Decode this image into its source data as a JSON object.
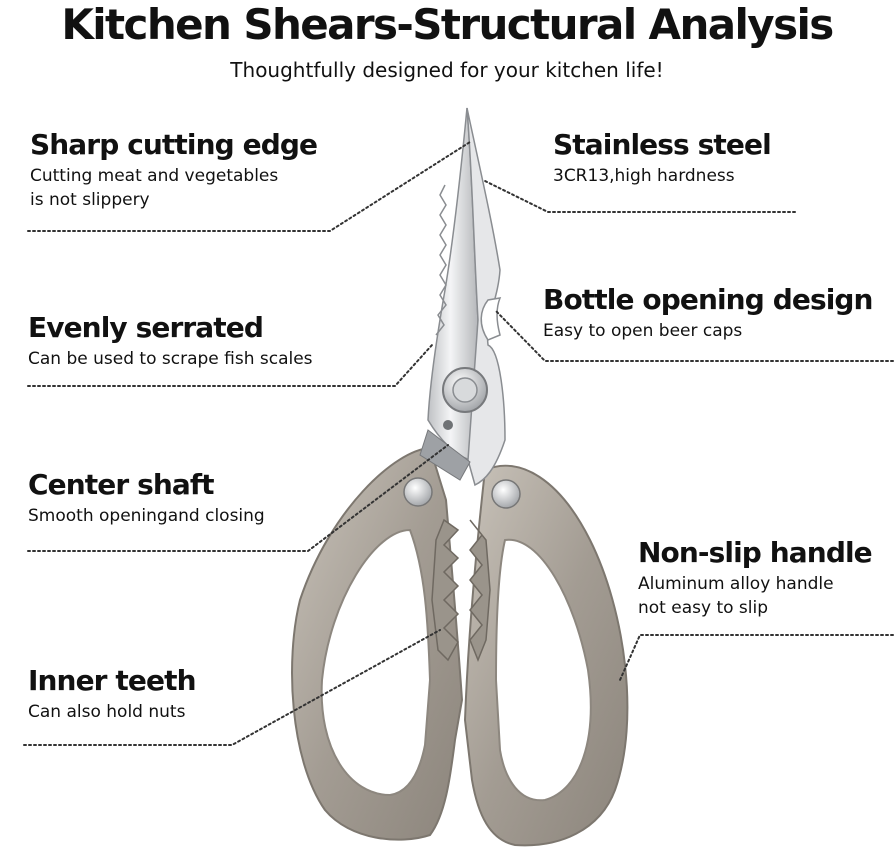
{
  "title": "Kitchen Shears-Structural Analysis",
  "subtitle": "Thoughtfully designed for your kitchen life!",
  "features": [
    {
      "id": "sharp-cutting-edge",
      "heading": "Sharp cutting edge",
      "lines": [
        "Cutting meat and vegetables",
        "is not slippery"
      ]
    },
    {
      "id": "evenly-serrated",
      "heading": "Evenly serrated",
      "lines": [
        "Can be used to scrape fish scales"
      ]
    },
    {
      "id": "center-shaft",
      "heading": "Center shaft",
      "lines": [
        "Smooth openingand closing"
      ]
    },
    {
      "id": "inner-teeth",
      "heading": "Inner teeth",
      "lines": [
        "Can also hold nuts"
      ]
    },
    {
      "id": "stainless-steel",
      "heading": "Stainless steel",
      "lines": [
        "3CR13,high hardness"
      ]
    },
    {
      "id": "bottle-opening-design",
      "heading": "Bottle opening design",
      "lines": [
        "Easy to open beer caps"
      ]
    },
    {
      "id": "non-slip-handle",
      "heading": "Non-slip handle",
      "lines": [
        "Aluminum alloy handle",
        "not easy to slip"
      ]
    }
  ],
  "colors": {
    "text": "#111111",
    "blade": "#d9dadc",
    "handle": "#a39c93",
    "leader": "#333333"
  }
}
